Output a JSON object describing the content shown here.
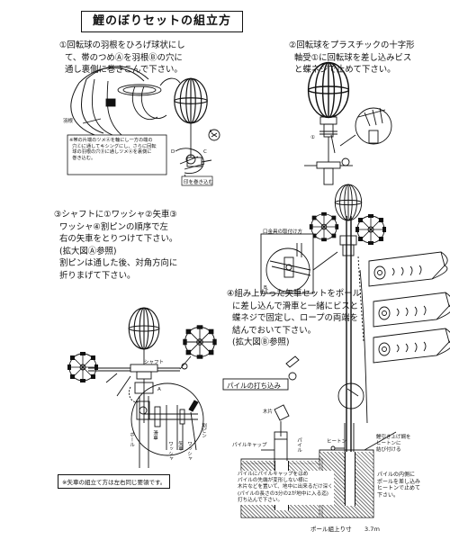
{
  "title": "鯉のぼりセットの組立方",
  "step1": {
    "text": "①回転球の羽根をひろげ球状にし\n  て、帯のつめⒶを羽根Ⓑの穴に\n  通し裏側に巻きこんで下さい。",
    "label_wing": "羽根",
    "note": "※帯の片端のツメⒶを輪にし一方の端の\n  穴Ⓒに通してキシングにし、さらに回転\n  球の羽根の穴Ⓓに通しツメⒶを裏側に\n  巻き込む。",
    "label_a": "A",
    "label_d": "D",
    "label_c": "C",
    "label_mark": "印を巻き込む"
  },
  "step2": {
    "text": "②回転球をプラスチックの十字形\n  軸受①に回転球を差し込みビス\n  と蝶ネジで止めて下さい。",
    "label_1": "①"
  },
  "step3": {
    "text": "③シャフトに①ワッシャ②矢車③\n  ワッシャ④割ピンの順序で左\n  右の矢車をとりつけて下さい。\n  (拡大図Ⓐ参照)\n  割ピンは通した後、対角方向に\n  折りまげて下さい。",
    "label_shaft": "シャフト",
    "label_a": "A",
    "label_washer1": "ワッシャ",
    "label_wheel": "矢車",
    "label_washer2": "ワッシャ",
    "label_pin": "割ピン",
    "label_pole": "ポール",
    "label_pulley": "滑車"
  },
  "step4": {
    "text": "④組み上がった矢車セットをポール\n  に差し込んで滑車と一緒にビスと\n  蝶ネジで固定し、ロープの両端を\n  結んでおいて下さい。\n  (拡大図Ⓑ参照)",
    "detail_label": "口金具の取付け方",
    "label_b": "B",
    "label_hook": "鯉引き上げ綱を\nヒートンに\n結び付ける"
  },
  "pile": {
    "heading": "パイルの打ち込み",
    "label_stake": "木片",
    "label_cap": "パイルキャップ",
    "label_pile": "パイル",
    "label_eyebolt": "ヒートン",
    "note_left": "パイルにパイルキャップをはめ\nパイルの先端が変形しない様に\n木片などを置いて、地中に出来るだけ深く\n(パイルの長さの3分の2が地中に入る迄)\n打ち込んで下さい。",
    "note_right": "パイルの内側に\nポールを差し込み\nヒートンで止めて\n下さい。"
  },
  "footer": {
    "note": "※矢車の組立て方は左右同じ要領です。",
    "pole_height": "ポール組上り寸",
    "height_value": "3.7ｍ"
  }
}
